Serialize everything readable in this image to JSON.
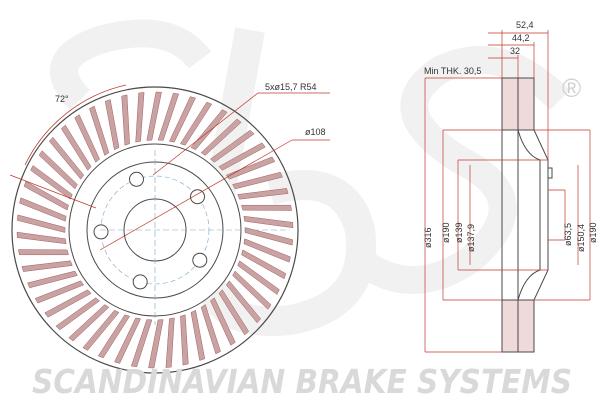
{
  "brand": {
    "watermark_text": "SCANDINAVIAN BRAKE SYSTEMS",
    "registered_mark": "®",
    "watermark_color": "#d0d0d0"
  },
  "colors": {
    "outline": "#4a4a4a",
    "dimension_line": "#c0392b",
    "vent_fill": "#c9a3a3",
    "vent_stroke": "#a35c5c",
    "center_line": "#7aa7c7"
  },
  "front_view": {
    "vanes_count": 50,
    "angle_label": "72°",
    "bolt_label": "5xø15,7  R54",
    "pcd_label": "ø108"
  },
  "side_view": {
    "min_thk_label": "Min THK.  30,5",
    "top_dims": [
      "52,4",
      "44,2",
      "32"
    ],
    "left_dims": [
      "ø316",
      "ø190",
      "ø139",
      "ø137,9"
    ],
    "right_dims": [
      "ø63,5",
      "ø150,4",
      "ø190"
    ]
  }
}
